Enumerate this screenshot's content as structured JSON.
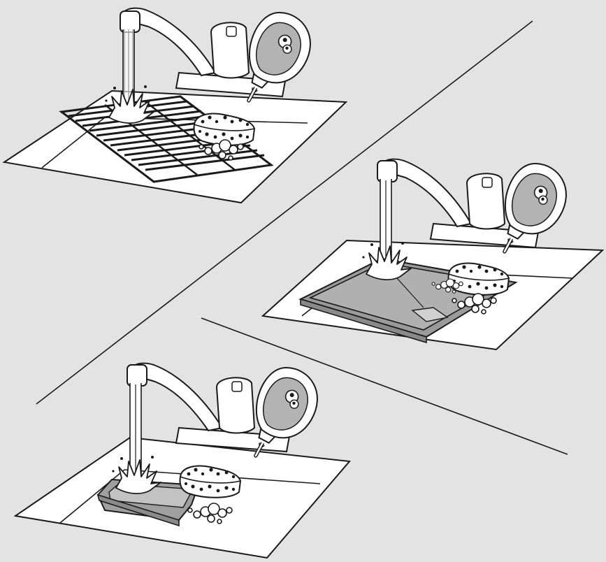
{
  "colors": {
    "background": "#e3e3e4",
    "line": "#1a1a1a",
    "counter": "#ffffff",
    "tray_fill": "#a9a9a9",
    "bottle_label": "#b3b3b3"
  },
  "panels": [
    {
      "item": "grill-rack",
      "icons": [
        "tap-icon",
        "water-stream-icon",
        "splash-icon",
        "detergent-bottle-icon",
        "sponge-icon",
        "foam-bubbles-icon"
      ]
    },
    {
      "item": "oven-tray",
      "icons": [
        "tap-icon",
        "water-stream-icon",
        "splash-icon",
        "detergent-bottle-icon",
        "sponge-icon",
        "foam-bubbles-icon"
      ]
    },
    {
      "item": "roasting-pan",
      "icons": [
        "tap-icon",
        "water-stream-icon",
        "splash-icon",
        "detergent-bottle-icon",
        "sponge-icon",
        "foam-bubbles-icon"
      ]
    }
  ]
}
